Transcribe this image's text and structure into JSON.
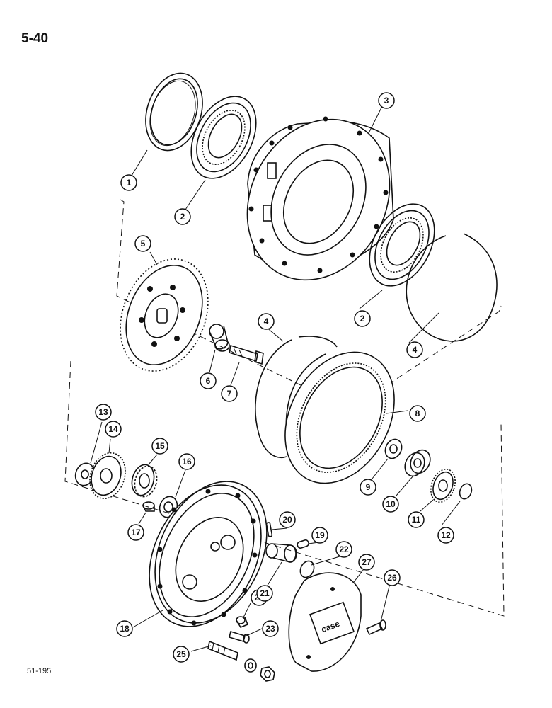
{
  "page_number": "5-40",
  "figure_code": "51-195",
  "logo_text": "case",
  "callouts": [
    {
      "n": "1"
    },
    {
      "n": "2"
    },
    {
      "n": "3"
    },
    {
      "n": "2"
    },
    {
      "n": "5"
    },
    {
      "n": "4"
    },
    {
      "n": "4"
    },
    {
      "n": "6"
    },
    {
      "n": "7"
    },
    {
      "n": "8"
    },
    {
      "n": "13"
    },
    {
      "n": "14"
    },
    {
      "n": "15"
    },
    {
      "n": "16"
    },
    {
      "n": "9"
    },
    {
      "n": "10"
    },
    {
      "n": "11"
    },
    {
      "n": "12"
    },
    {
      "n": "17"
    },
    {
      "n": "20"
    },
    {
      "n": "19"
    },
    {
      "n": "22"
    },
    {
      "n": "27"
    },
    {
      "n": "26"
    },
    {
      "n": "24"
    },
    {
      "n": "21"
    },
    {
      "n": "18"
    },
    {
      "n": "23"
    },
    {
      "n": "25"
    }
  ]
}
